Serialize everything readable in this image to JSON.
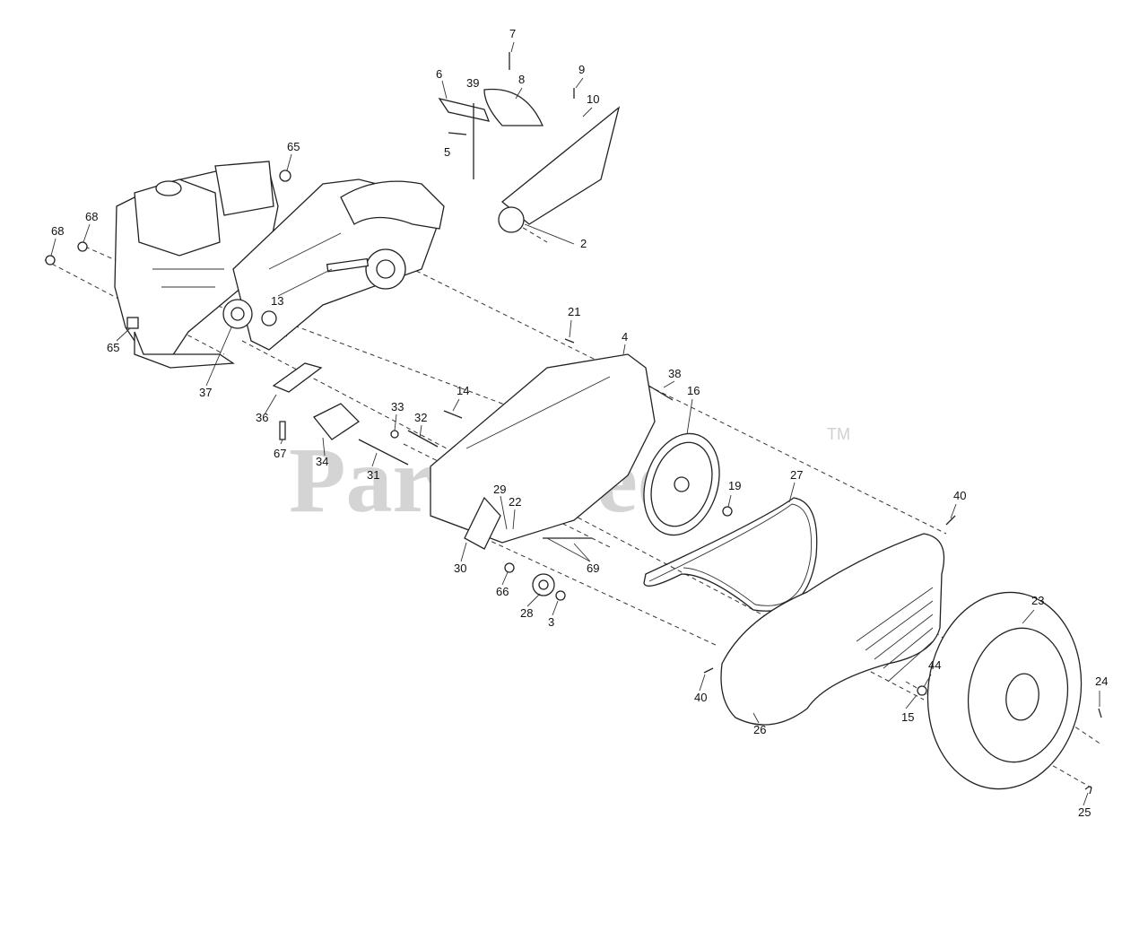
{
  "watermark": {
    "text": "PartsTree",
    "trademark": "TM"
  },
  "part_labels": [
    "2",
    "3",
    "4",
    "5",
    "6",
    "7",
    "8",
    "9",
    "10",
    "13",
    "14",
    "15",
    "16",
    "19",
    "21",
    "22",
    "23",
    "24",
    "25",
    "26",
    "27",
    "28",
    "29",
    "30",
    "31",
    "32",
    "33",
    "34",
    "36",
    "37",
    "38",
    "39",
    "40",
    "44",
    "65",
    "66",
    "67",
    "68",
    "69"
  ]
}
